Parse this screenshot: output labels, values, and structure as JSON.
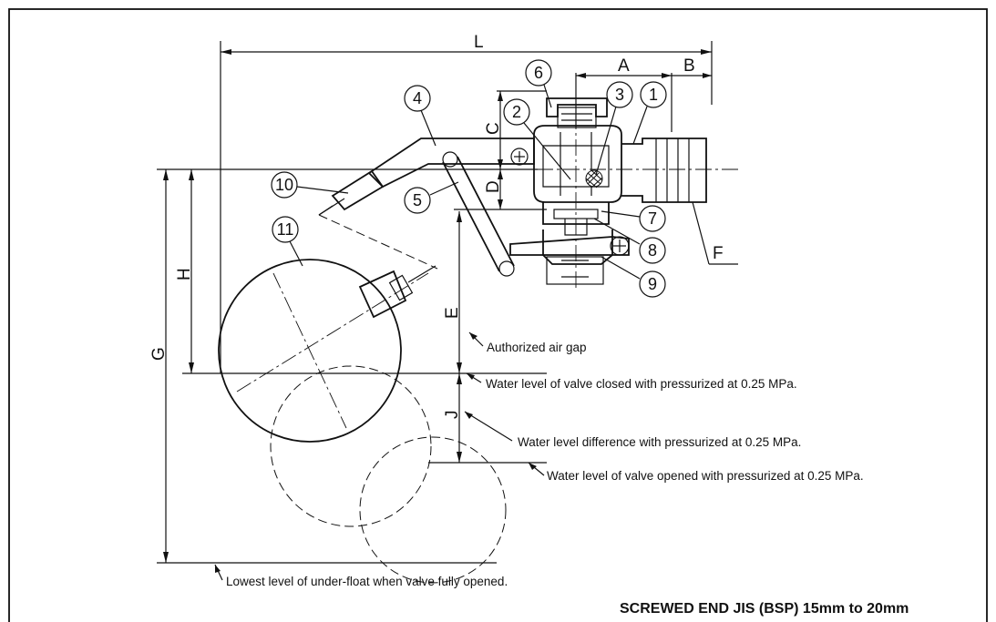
{
  "dimensions": {
    "L": "L",
    "A": "A",
    "B": "B",
    "C": "C",
    "D": "D",
    "E": "E",
    "F": "F",
    "G": "G",
    "H": "H",
    "J": "J"
  },
  "parts": [
    "1",
    "2",
    "3",
    "4",
    "5",
    "6",
    "7",
    "8",
    "9",
    "10",
    "11"
  ],
  "annotations": {
    "air_gap": "Authorized air gap",
    "closed_level": "Water level of valve closed  with pressurized at 0.25 MPa.",
    "level_difference": "Water level difference with pressurized at 0.25 MPa.",
    "opened_level": "Water level of valve opened with pressurized at 0.25 MPa.",
    "lowest_level": "Lowest level of under-float when valve fully opened."
  },
  "caption": "SCREWED END JIS (BSP) 15mm to 20mm"
}
